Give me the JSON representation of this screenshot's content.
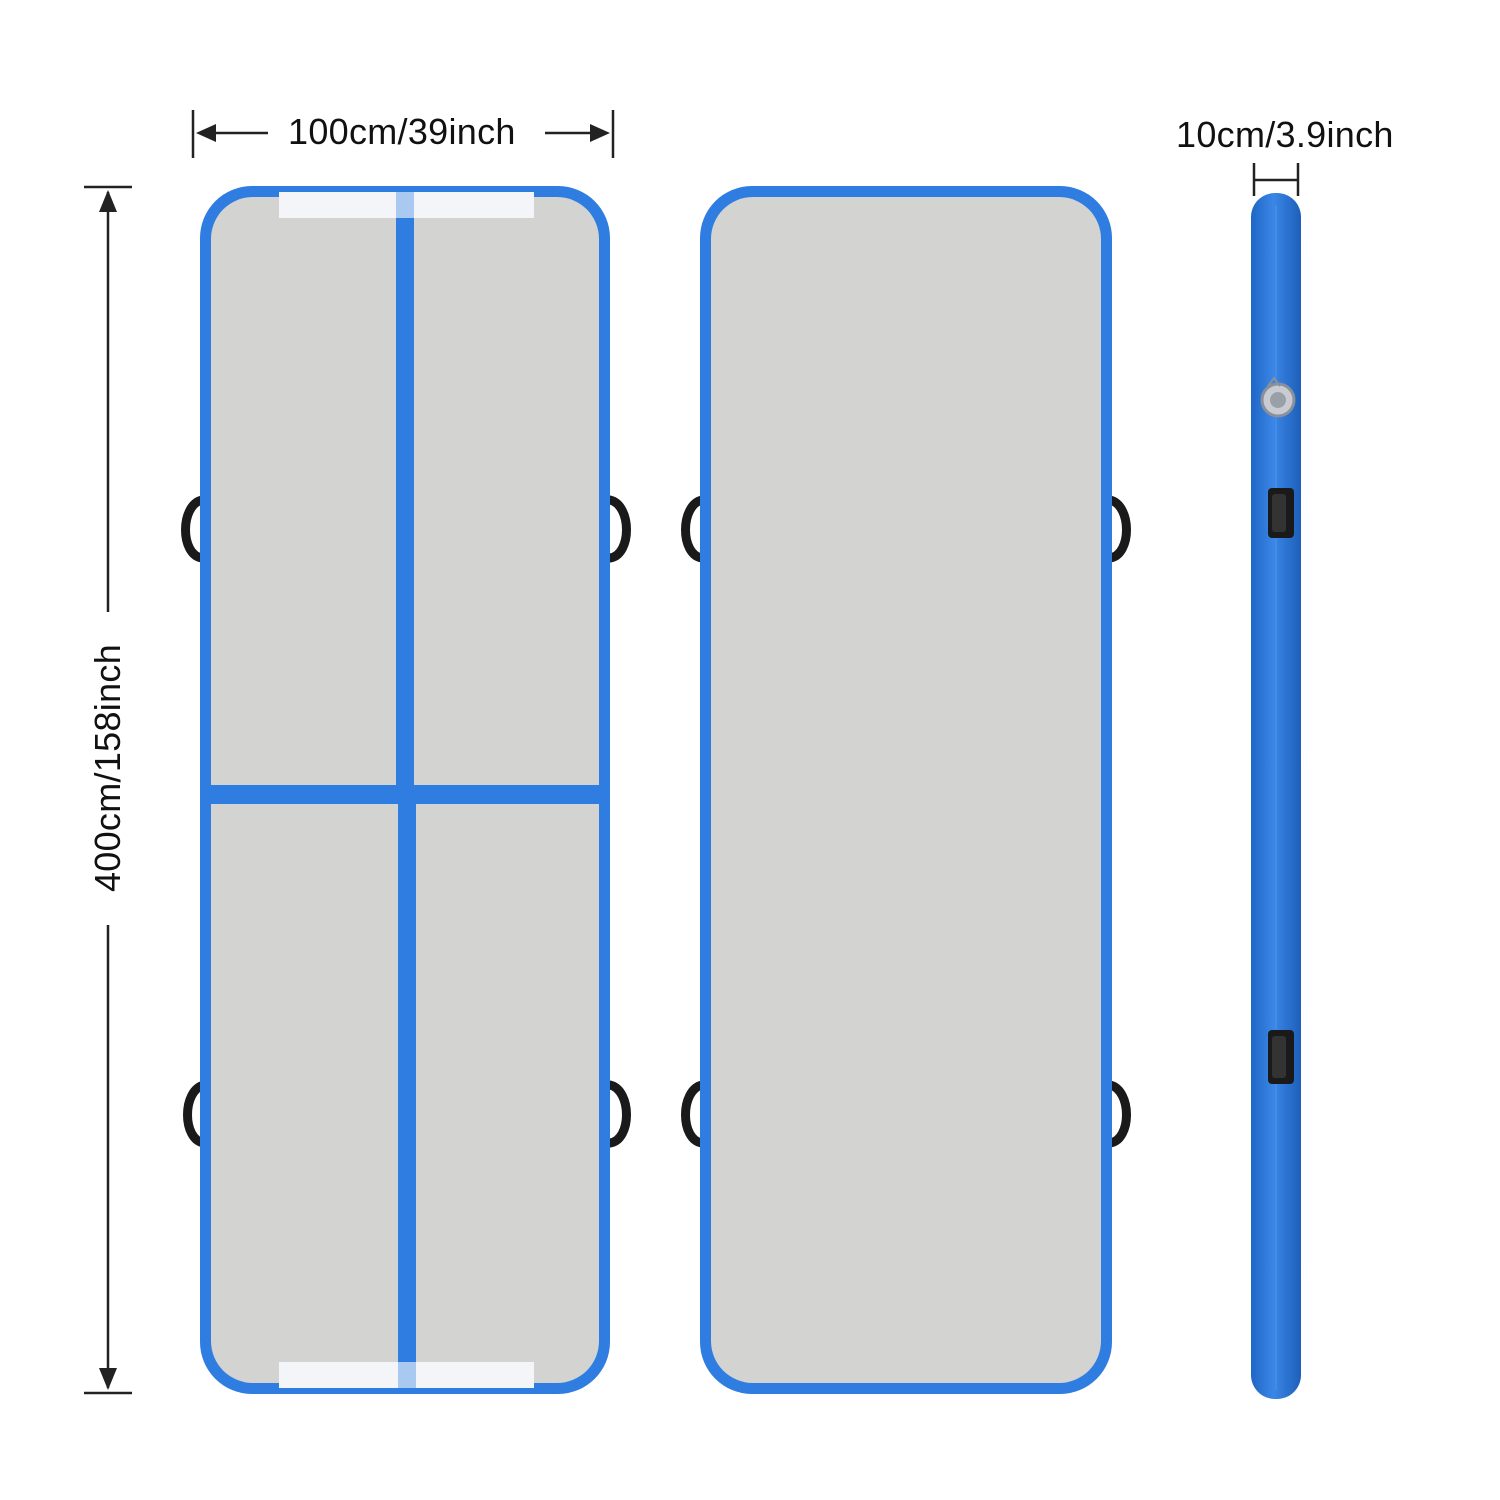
{
  "dimensions": {
    "width_label": "100cm/39inch",
    "length_label": "400cm/158inch",
    "thickness_label": "10cm/3.9inch"
  },
  "colors": {
    "mat_blue": "#2f7de1",
    "mat_grey": "#d3d3d1",
    "strip_white": "#f3f5f8",
    "handle": "#1a1a1a",
    "dimension_line": "#222222"
  },
  "icons": {
    "valve": "air-valve-icon",
    "handle": "carry-handle-icon",
    "arrow": "arrow-head-icon"
  }
}
